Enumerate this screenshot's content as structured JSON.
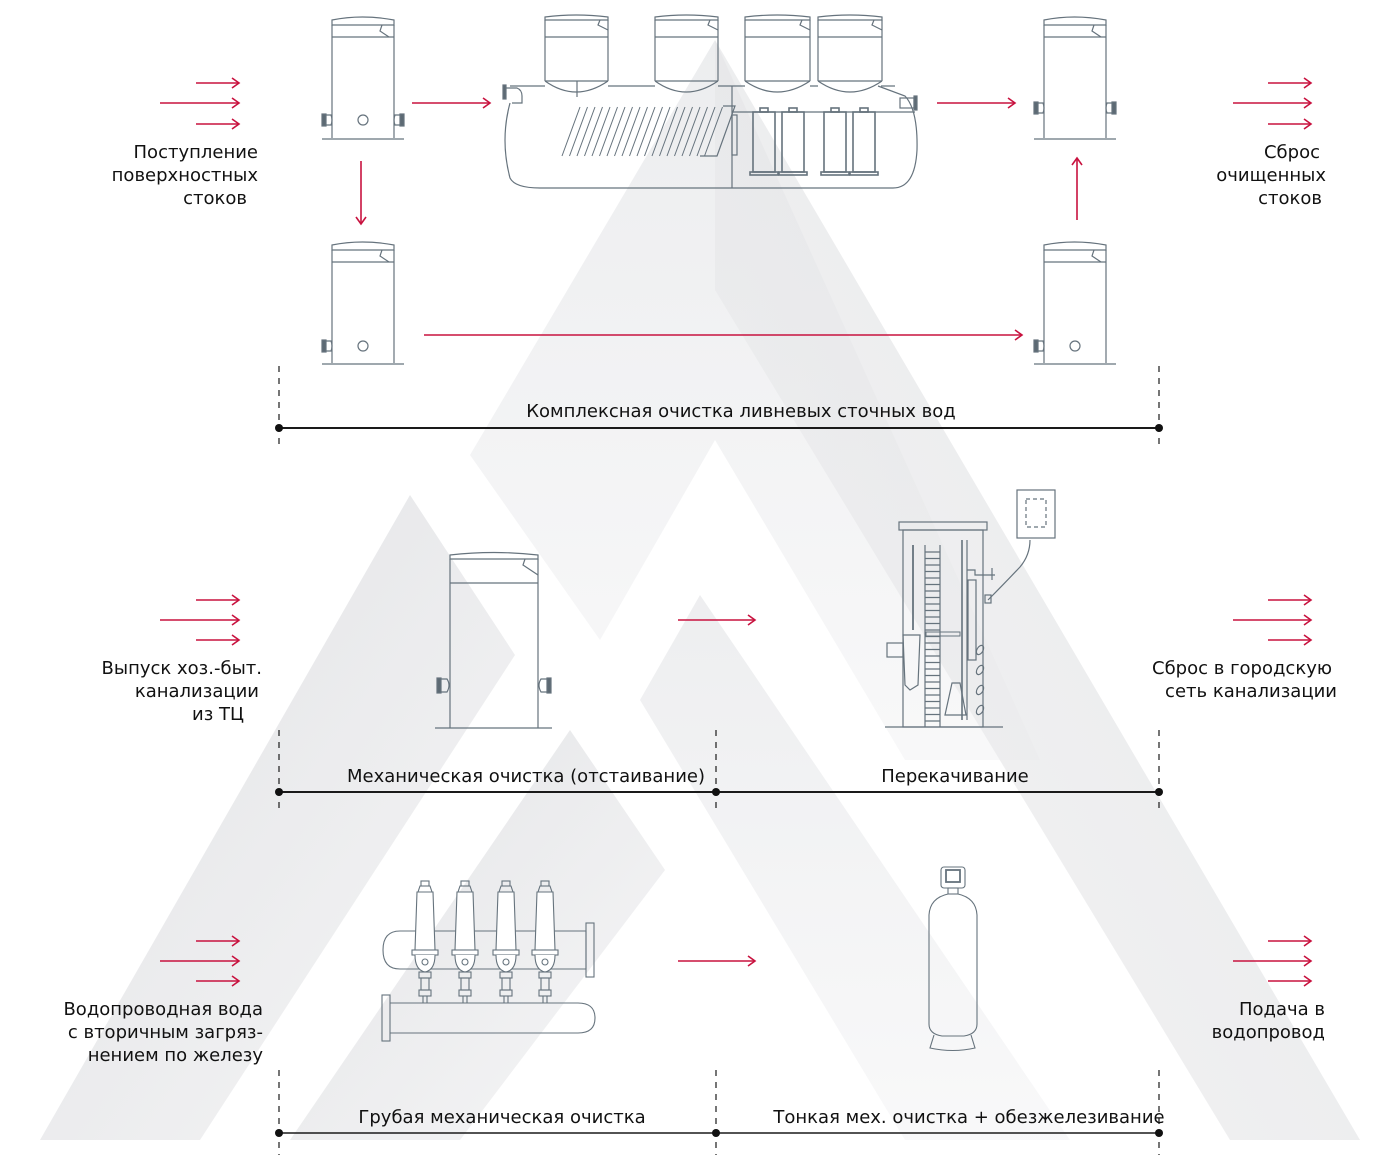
{
  "colors": {
    "arrow": "#c8123f",
    "equipment": "#66737d",
    "timeline": "#1a1a1a",
    "watermark": "#e6e7e9"
  },
  "rows": [
    {
      "id": "stormwater",
      "input_label": [
        "Поступление",
        "поверхностных",
        "стоков"
      ],
      "output_label": [
        "Сброс",
        "очищенных",
        "стоков"
      ],
      "stages": [
        {
          "label": "Комплексная очистка ливневых сточных вод"
        }
      ],
      "equipment": [
        "sand-trap-well",
        "bypass-well",
        "oil-separator-tank",
        "sampling-well-top",
        "sampling-well-bottom"
      ]
    },
    {
      "id": "sewage",
      "input_label": [
        "Выпуск хоз.-быт.",
        "канализации",
        "из ТЦ"
      ],
      "output_label": [
        "Сброс в городскую",
        "сеть канализации"
      ],
      "stages": [
        {
          "label": "Механическая очистка (отстаивание)"
        },
        {
          "label": "Перекачивание"
        }
      ],
      "equipment": [
        "settling-well",
        "pumping-station",
        "control-cabinet"
      ]
    },
    {
      "id": "water-supply",
      "input_label": [
        "Водопроводная вода",
        "с вторичным загряз-",
        "нением по железу"
      ],
      "output_label": [
        "Подача в",
        "водопровод"
      ],
      "stages": [
        {
          "label": "Грубая механическая очистка"
        },
        {
          "label": "Тонкая мех. очистка + обезжелезивание"
        }
      ],
      "equipment": [
        "disc-filter-manifold",
        "iron-removal-filter-vessel"
      ]
    }
  ]
}
